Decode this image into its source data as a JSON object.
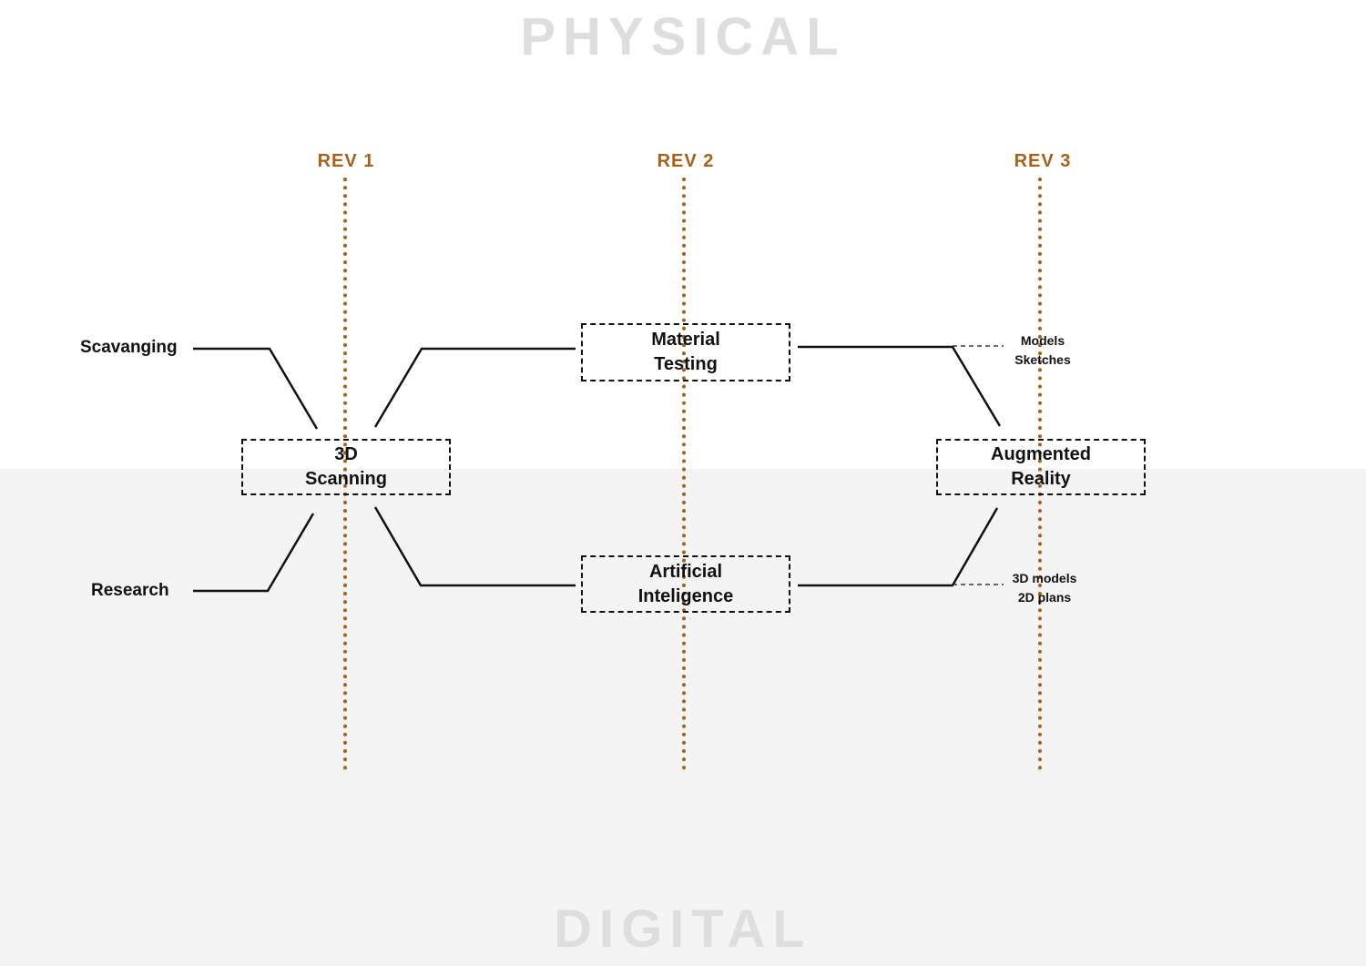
{
  "zones": {
    "top": "PHYSICAL",
    "bottom": "DIGITAL"
  },
  "revisions": [
    "REV 1",
    "REV 2",
    "REV 3"
  ],
  "nodes": {
    "scanning": {
      "line1": "3D",
      "line2": "Scanning"
    },
    "material": {
      "line1": "Material",
      "line2": "Testing"
    },
    "ai": {
      "line1": "Artificial",
      "line2": "Inteligence"
    },
    "ar": {
      "line1": "Augmented",
      "line2": "Reality"
    }
  },
  "inputs": {
    "top": "Scavanging",
    "bottom": "Research"
  },
  "notes": {
    "physical": {
      "line1": "Models",
      "line2": "Sketches"
    },
    "digital": {
      "line1": "3D models",
      "line2": "2D plans"
    }
  },
  "colors": {
    "accent": "#a5621a",
    "digital_zone": "#f4f4f4",
    "zone_label": "#dedede",
    "line": "#111111"
  }
}
